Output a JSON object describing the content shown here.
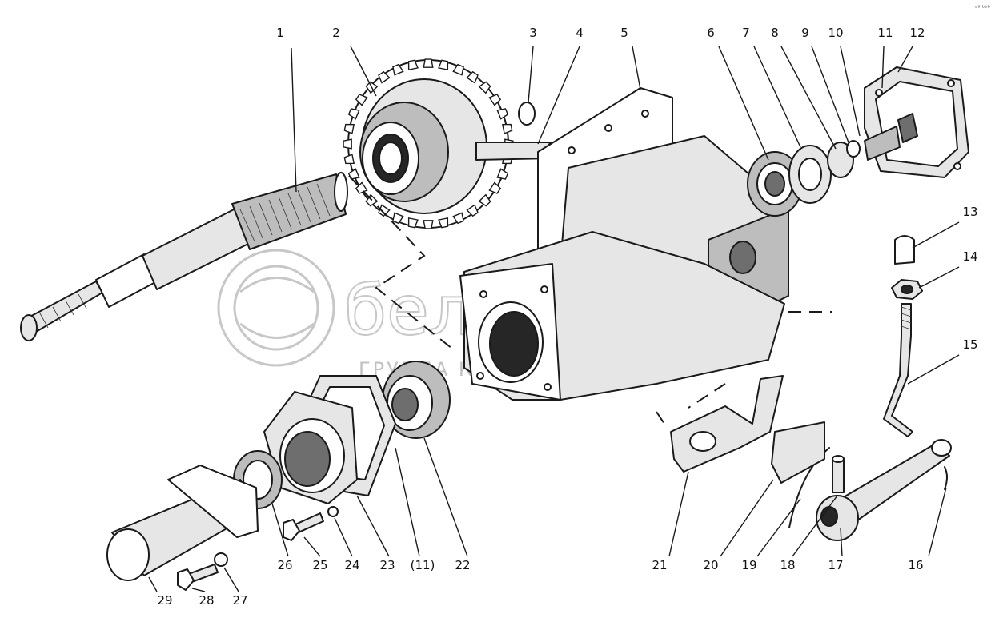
{
  "callouts": [
    {
      "label": "1"
    },
    {
      "label": "2"
    },
    {
      "label": "3"
    },
    {
      "label": "4"
    },
    {
      "label": "5"
    },
    {
      "label": "6"
    },
    {
      "label": "7"
    },
    {
      "label": "8"
    },
    {
      "label": "9"
    },
    {
      "label": "10"
    },
    {
      "label": "11"
    },
    {
      "label": "12"
    },
    {
      "label": "13"
    },
    {
      "label": "14"
    },
    {
      "label": "15"
    },
    {
      "label": "16"
    },
    {
      "label": "17"
    },
    {
      "label": "18"
    },
    {
      "label": "19"
    },
    {
      "label": "20"
    },
    {
      "label": "21"
    },
    {
      "label": "22"
    },
    {
      "label": "(11)"
    },
    {
      "label": "23"
    },
    {
      "label": "24"
    },
    {
      "label": "25"
    },
    {
      "label": "26"
    },
    {
      "label": "27"
    },
    {
      "label": "28"
    },
    {
      "label": "29"
    }
  ],
  "watermark": {
    "brand": "белагро",
    "subtitle": "ГРУППА КОМПАНИЙ"
  },
  "corner_mark": "ᵃ⁹ ᵇᵇᵇ"
}
